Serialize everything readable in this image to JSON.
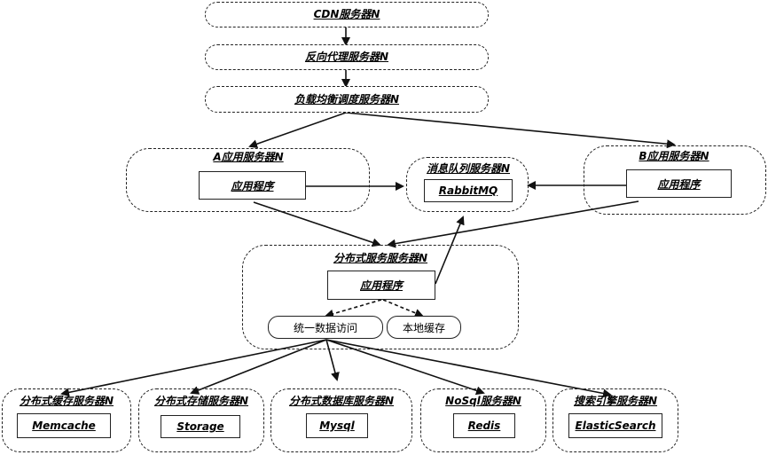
{
  "top_chain": {
    "cdn": "CDN服务器N",
    "reverse_proxy": "反向代理服务器N",
    "load_balancer": "负载均衡调度服务器N"
  },
  "app_a": {
    "title": "A应用服务器N",
    "program": "应用程序"
  },
  "mq": {
    "title": "消息队列服务器N",
    "name": "RabbitMQ"
  },
  "app_b": {
    "title": "B应用服务器N",
    "program": "应用程序"
  },
  "distributed": {
    "title": "分布式服务服务器N",
    "program": "应用程序",
    "unified_access": "统一数据访问",
    "local_cache": "本地缓存"
  },
  "backends": [
    {
      "title": "分布式缓存服务器N",
      "name": "Memcache"
    },
    {
      "title": "分布式存储服务器N",
      "name": "Storage"
    },
    {
      "title": "分布式数据库服务器N",
      "name": "Mysql"
    },
    {
      "title": "NoSql服务器N",
      "name": "Redis"
    },
    {
      "title": "搜索引擎服务器N",
      "name": "ElasticSearch"
    }
  ]
}
